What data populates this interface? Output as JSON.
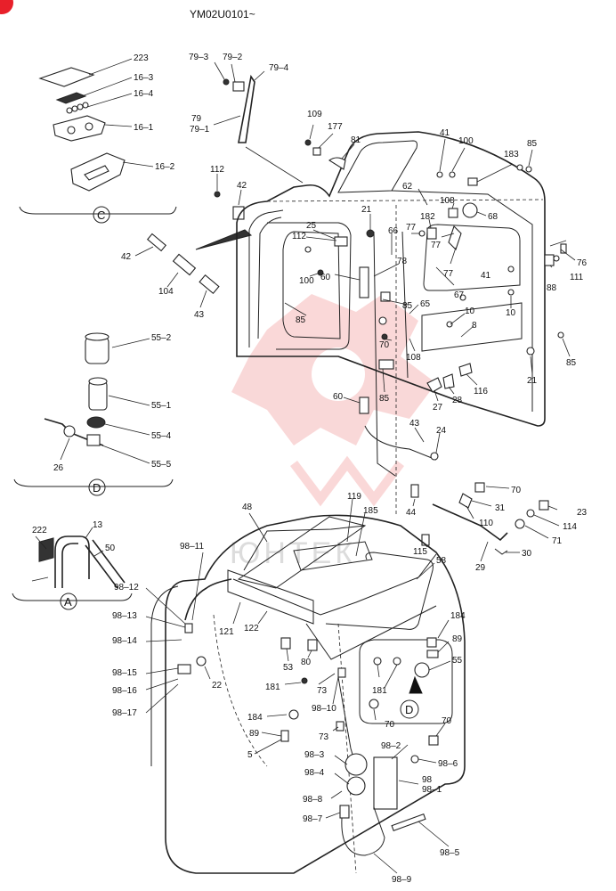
{
  "header": {
    "code": "YM02U0101~"
  },
  "brand": {
    "accent": "#e8202a",
    "watermark_color": "#f3a9a9"
  },
  "watermark": {
    "text": "ЮНТЕК"
  },
  "sections": {
    "c": "C",
    "d": "D",
    "a": "A",
    "d_arrow": "D"
  },
  "labels": {
    "223": "223",
    "16_3": "16–3",
    "16_4": "16–4",
    "16_1": "16–1",
    "16_2": "16–2",
    "79_3": "79–3",
    "79_2": "79–2",
    "79_4": "79–4",
    "79": "79",
    "79_1": "79–1",
    "112a": "112",
    "42a": "42",
    "42b": "42",
    "104": "104",
    "43a": "43",
    "55_2": "55–2",
    "55_1": "55–1",
    "55_4": "55–4",
    "55_5": "55–5",
    "26": "26",
    "222": "222",
    "13": "13",
    "50": "50",
    "109": "109",
    "177": "177",
    "81": "81",
    "41a": "41",
    "100a": "100",
    "85a": "85",
    "183": "183",
    "62": "62",
    "108a": "108",
    "68": "68",
    "21a": "21",
    "25": "25",
    "112b": "112",
    "100b": "100",
    "66": "66",
    "182": "182",
    "77a": "77",
    "77b": "77",
    "77c": "77",
    "76": "76",
    "88": "88",
    "111": "111",
    "41b": "41",
    "60a": "60",
    "78": "78",
    "67": "67",
    "10a": "10",
    "85b": "85",
    "85c": "85",
    "65": "65",
    "10b": "10",
    "8": "8",
    "70a": "70",
    "108b": "108",
    "21b": "21",
    "85d": "85",
    "116": "116",
    "60b": "60",
    "85e": "85",
    "27": "27",
    "28": "28",
    "43b": "43",
    "24": "24",
    "70b": "70",
    "44": "44",
    "31": "31",
    "23": "23",
    "110": "110",
    "114": "114",
    "71": "71",
    "115": "115",
    "29": "29",
    "30": "30",
    "48": "48",
    "119": "119",
    "185": "185",
    "58": "58",
    "98_11": "98–11",
    "98_12": "98–12",
    "98_13": "98–13",
    "98_14": "98–14",
    "98_15": "98–15",
    "98_16": "98–16",
    "98_17": "98–17",
    "22": "22",
    "121": "121",
    "122": "122",
    "53": "53",
    "80": "80",
    "181a": "181",
    "73a": "73",
    "98_10": "98–10",
    "181b": "181",
    "184a": "184",
    "89a": "89",
    "5": "5",
    "73b": "73",
    "184b": "184",
    "89b": "89",
    "55": "55",
    "70c": "70",
    "70d": "70",
    "98_2": "98–2",
    "98_3": "98–3",
    "98_6": "98–6",
    "98_4": "98–4",
    "98": "98",
    "98_1": "98–1",
    "98_8": "98–8",
    "98_7": "98–7",
    "98_5": "98–5",
    "98_9": "98–9"
  }
}
